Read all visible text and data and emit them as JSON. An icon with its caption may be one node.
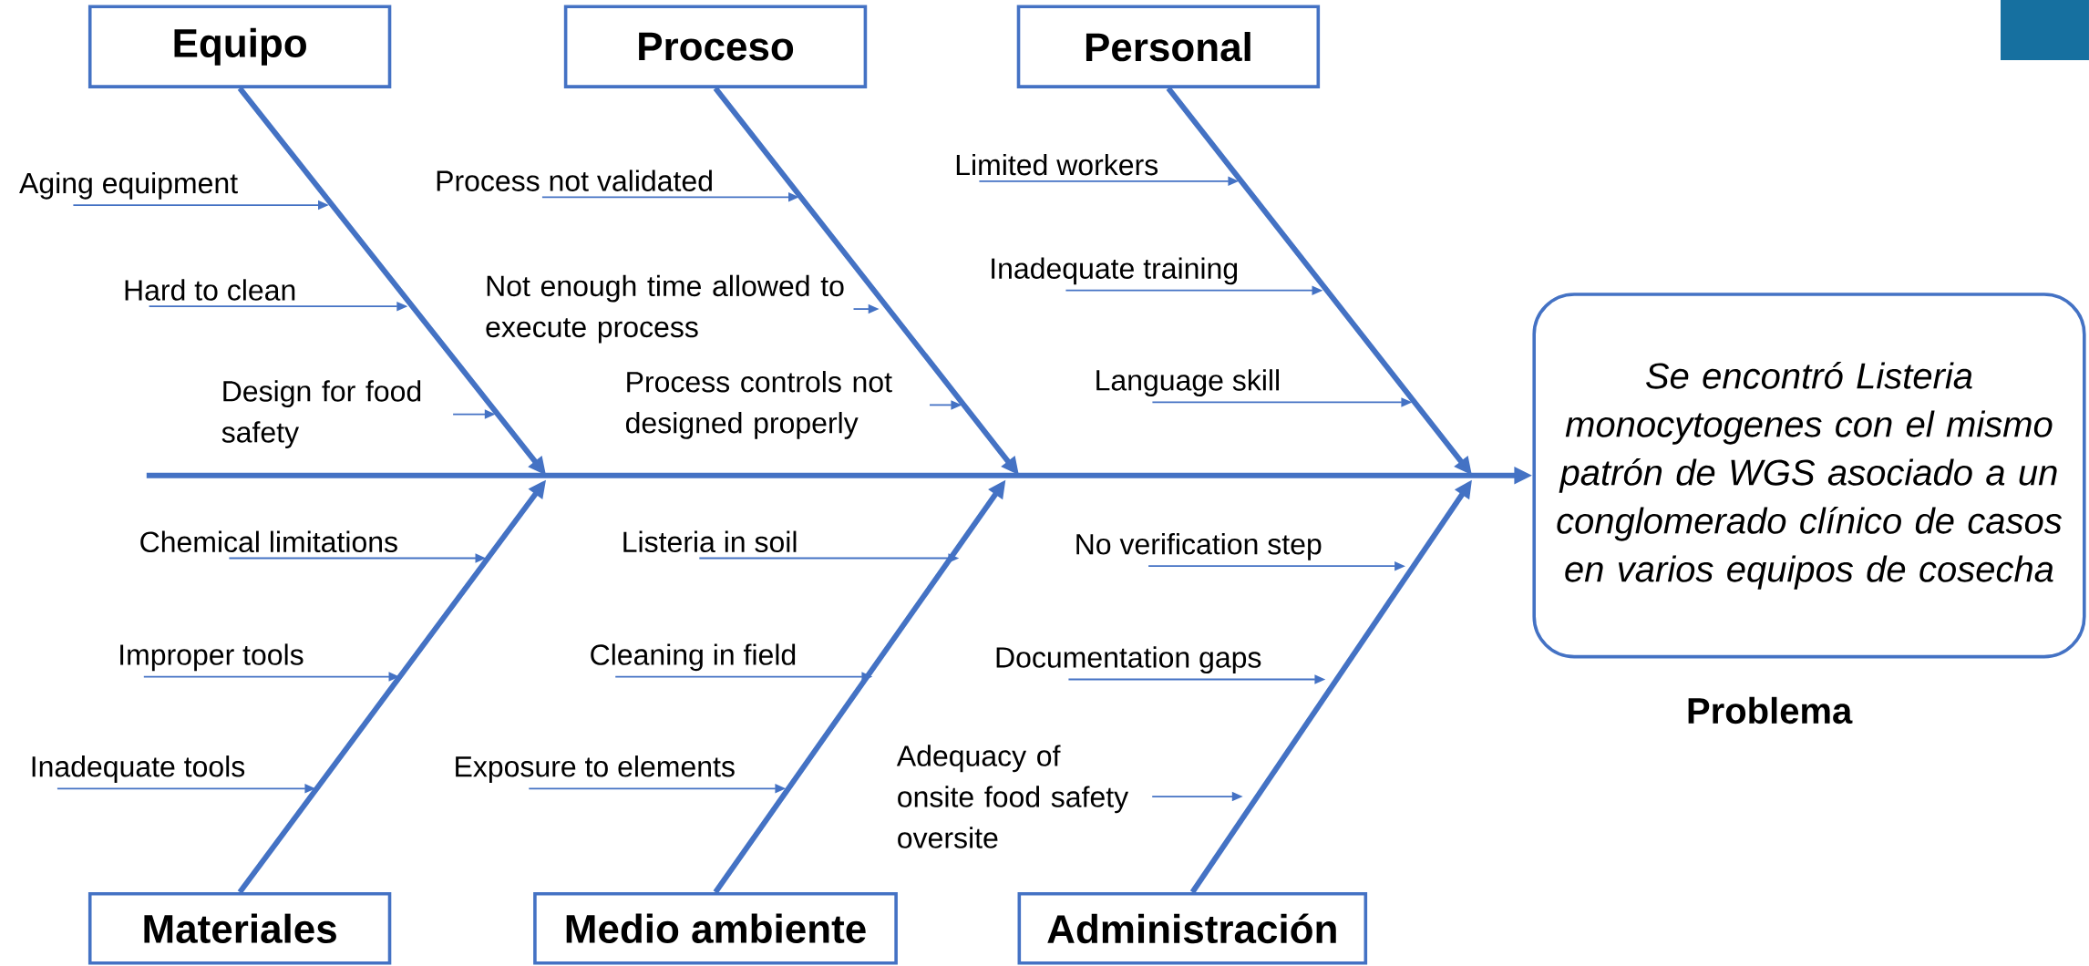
{
  "diagram": {
    "nodes": [
      {
        "text": [
          "Equipo"
        ]
      },
      {
        "text": [
          "Proceso"
        ]
      },
      {
        "text": [
          "Personal"
        ]
      },
      {
        "text": [
          "Se encontró Listeria monocytogenes con el mismo patrón de WGS asociado a un conglomerado clínico de casos en varios equipos de cosecha"
        ],
        "beside": [
          "Problema"
        ]
      },
      {
        "text": [
          "Materiales"
        ]
      },
      {
        "text": [
          "Medio ambiente"
        ]
      },
      {
        "text": [
          "Administración"
        ]
      },
      {
        "text": [
          "Aging equipment"
        ]
      },
      {
        "text": [
          "Hard to clean"
        ]
      },
      {
        "text": [
          "Design for food safety"
        ]
      },
      {
        "text": [
          "Process not validated"
        ]
      },
      {
        "text": [
          "Not enough time allowed to execute process"
        ]
      },
      {
        "text": [
          "Process controls not designed properly"
        ]
      },
      {
        "text": [
          "Limited workers"
        ]
      },
      {
        "text": [
          "Inadequate training"
        ]
      },
      {
        "text": [
          "Language skill"
        ]
      },
      {
        "text": [
          "Chemical limitations"
        ]
      },
      {
        "text": [
          "Improper tools"
        ]
      },
      {
        "text": [
          "Inadequate tools"
        ]
      },
      {
        "text": [
          "Listeria in soil"
        ]
      },
      {
        "text": [
          "Cleaning in field"
        ]
      },
      {
        "text": [
          "Exposure to elements"
        ]
      },
      {
        "text": [
          "No verification step"
        ]
      },
      {
        "text": [
          "Documentation gaps"
        ]
      },
      {
        "text": [
          "Adequacy of onsite food safety oversite"
        ]
      }
    ],
    "edges": [
      {
        "from": null,
        "to": 3,
        "arrow": "to",
        "style": "thick"
      },
      {
        "from": 0,
        "to": null,
        "arrow": "to",
        "style": "thick"
      },
      {
        "from": 1,
        "to": null,
        "arrow": "to",
        "style": "thick"
      },
      {
        "from": 2,
        "to": null,
        "arrow": "to",
        "style": "thick"
      },
      {
        "from": 4,
        "to": null,
        "arrow": "to",
        "style": "thick"
      },
      {
        "from": 5,
        "to": null,
        "arrow": "to",
        "style": "thick"
      },
      {
        "from": 6,
        "to": null,
        "arrow": "to",
        "style": "thick"
      },
      {
        "from": 7,
        "to": null,
        "arrow": "to"
      },
      {
        "from": 8,
        "to": null,
        "arrow": "to"
      },
      {
        "from": 9,
        "to": null,
        "arrow": "to"
      },
      {
        "from": 10,
        "to": null,
        "arrow": "to"
      },
      {
        "from": 11,
        "to": null,
        "arrow": "to"
      },
      {
        "from": 12,
        "to": null,
        "arrow": "to"
      },
      {
        "from": 13,
        "to": null,
        "arrow": "to"
      },
      {
        "from": 14,
        "to": null,
        "arrow": "to"
      },
      {
        "from": 15,
        "to": null,
        "arrow": "to"
      },
      {
        "from": 16,
        "to": null,
        "arrow": "to"
      },
      {
        "from": 17,
        "to": null,
        "arrow": "to"
      },
      {
        "from": 18,
        "to": null,
        "arrow": "to"
      },
      {
        "from": 19,
        "to": null,
        "arrow": "to"
      },
      {
        "from": 20,
        "to": null,
        "arrow": "to"
      },
      {
        "from": 21,
        "to": null,
        "arrow": "to"
      },
      {
        "from": 22,
        "to": null,
        "arrow": "to"
      },
      {
        "from": 23,
        "to": null,
        "arrow": "to"
      },
      {
        "from": 24,
        "to": null,
        "arrow": "to"
      }
    ]
  }
}
